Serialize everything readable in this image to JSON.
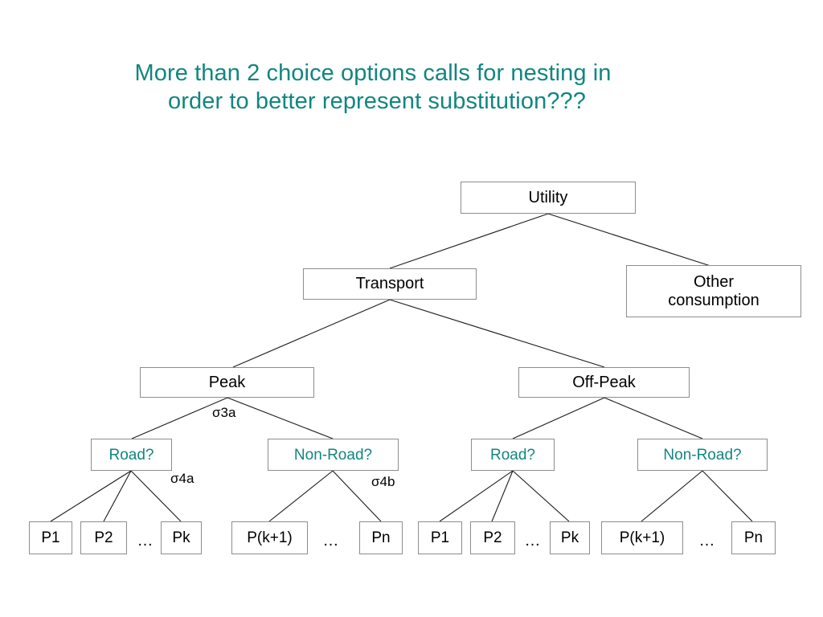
{
  "slide": {
    "background": "#ffffff",
    "accent_color": "#11867f",
    "node_border_color": "#8d8d8d",
    "edge_color": "#1a1a1a"
  },
  "title": {
    "line1": "More than 2 choice options calls for nesting in",
    "line2": "order to better represent substitution???"
  },
  "diagram": {
    "type": "nested-tree",
    "root": {
      "label": "Utility"
    },
    "level2": [
      {
        "label": "Transport"
      },
      {
        "label": "Other\nconsumption"
      }
    ],
    "level3": [
      {
        "label": "Peak"
      },
      {
        "label": "Off-Peak"
      }
    ],
    "level4": [
      {
        "label": "Road?",
        "parent": "Peak"
      },
      {
        "label": "Non-Road?",
        "parent": "Peak"
      },
      {
        "label": "Road?",
        "parent": "Off-Peak"
      },
      {
        "label": "Non-Road?",
        "parent": "Off-Peak"
      }
    ],
    "leaves": [
      {
        "label": "P1"
      },
      {
        "label": "P2"
      },
      {
        "label": "Pk"
      },
      {
        "label": "P(k+1)"
      },
      {
        "label": "Pn"
      },
      {
        "label": "P1"
      },
      {
        "label": "P2"
      },
      {
        "label": "Pk"
      },
      {
        "label": "P(k+1)"
      },
      {
        "label": "Pn"
      }
    ],
    "ellipses": [
      {
        "label": "…"
      },
      {
        "label": "…"
      },
      {
        "label": "…"
      },
      {
        "label": "…"
      }
    ],
    "sigma_labels": [
      {
        "label": "σ3a"
      },
      {
        "label": "σ4a"
      },
      {
        "label": "σ4b"
      }
    ]
  }
}
